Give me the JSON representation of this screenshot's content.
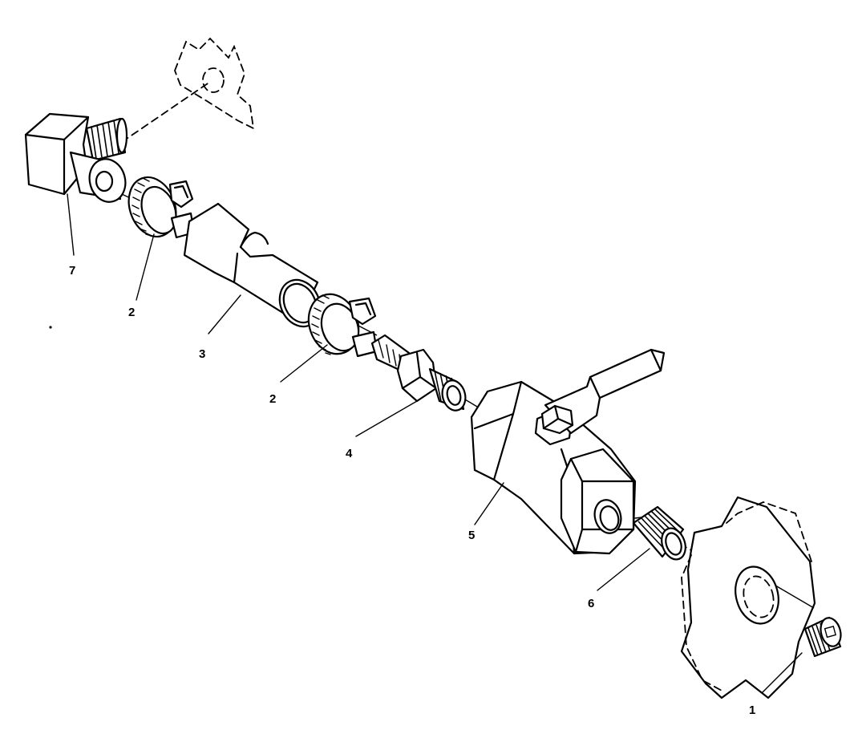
{
  "callouts": [
    {
      "id": "c1",
      "text": "1"
    },
    {
      "id": "c2a",
      "text": "2"
    },
    {
      "id": "c2b",
      "text": "2"
    },
    {
      "id": "c3",
      "text": "3"
    },
    {
      "id": "c4",
      "text": "4"
    },
    {
      "id": "c5",
      "text": "5"
    },
    {
      "id": "c6",
      "text": "6"
    },
    {
      "id": "c7",
      "text": "7"
    }
  ]
}
